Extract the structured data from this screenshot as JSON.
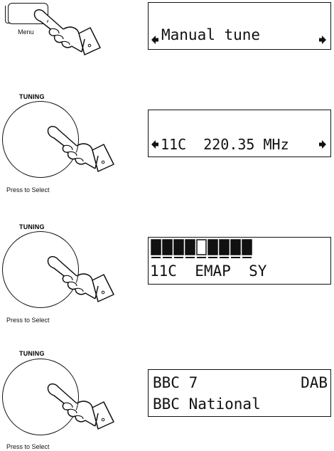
{
  "steps": [
    {
      "control": {
        "label": "Menu",
        "icon": "hand-pressing-button-icon"
      },
      "display": {
        "line2": "Manual tune",
        "line2_icons": [
          "left-arrow-icon",
          "right-arrow-icon"
        ]
      }
    },
    {
      "control": {
        "title": "TUNING",
        "caption": "Press to Select",
        "icon": "hand-pressing-knob-icon"
      },
      "display": {
        "line2": "11C  220.35 MHz",
        "line2_icons": [
          "left-arrow-icon",
          "right-arrow-icon"
        ]
      }
    },
    {
      "control": {
        "title": "TUNING",
        "caption": "Press to Select",
        "icon": "hand-pressing-knob-icon"
      },
      "display": {
        "signal_bars_total": 9,
        "signal_marker_index": 4,
        "line2": "11C  EMAP  SY"
      }
    },
    {
      "control": {
        "title": "TUNING",
        "caption": "Press to Select",
        "icon": "hand-pressing-knob-icon"
      },
      "display": {
        "line1_left": "BBC 7",
        "line1_right": "DAB",
        "line2": "BBC National"
      }
    }
  ]
}
